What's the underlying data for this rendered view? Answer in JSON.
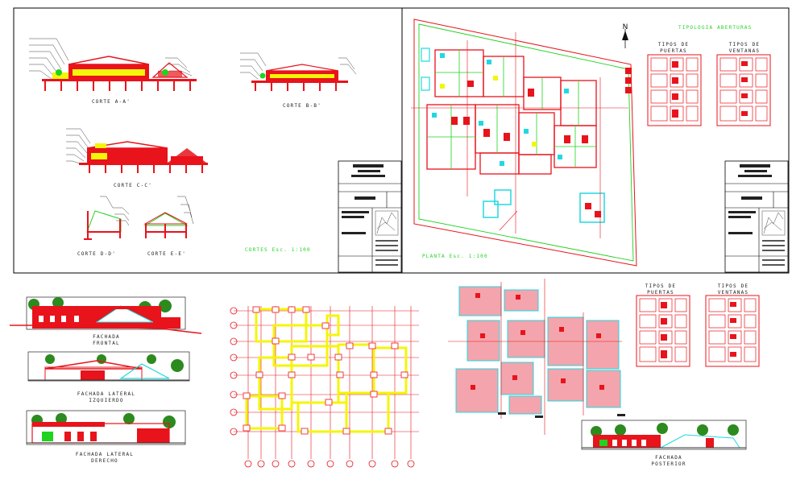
{
  "sheet1": {
    "cut_labels": [
      "CORTE A-A'",
      "CORTE B-B'",
      "CORTE C-C'",
      "CORTE D-D'",
      "CORTE E-E'"
    ],
    "scale_label": "CORTES Esc. 1:100"
  },
  "sheet2": {
    "north": "N",
    "plan_label": "PLANTA Esc. 1:100",
    "openings_title": "TIPOLOGIA ABERTURAS",
    "doors_heading": [
      "TIPOS DE",
      "PUERTAS"
    ],
    "windows_heading": [
      "TIPOS DE",
      "VENTANAS"
    ]
  },
  "facades": {
    "front": [
      "FACHADA",
      "FRONTAL"
    ],
    "left": [
      "FACHADA LATERAL",
      "IZQUIERDO"
    ],
    "right": [
      "FACHADA LATERAL",
      "DERECHO"
    ],
    "rear": [
      "FACHADA",
      "POSTERIOR"
    ]
  },
  "bottom_right": {
    "doors_heading": [
      "TIPOS DE",
      "PUERTAS"
    ],
    "windows_heading": [
      "TIPOS DE",
      "VENTANAS"
    ]
  },
  "colors": {
    "red": "#e8131b",
    "yellow": "#f5f50a",
    "green": "#1fd31f",
    "cyan": "#22d8e0",
    "pink": "#f4a4ac",
    "tree": "#2c8a1e"
  }
}
